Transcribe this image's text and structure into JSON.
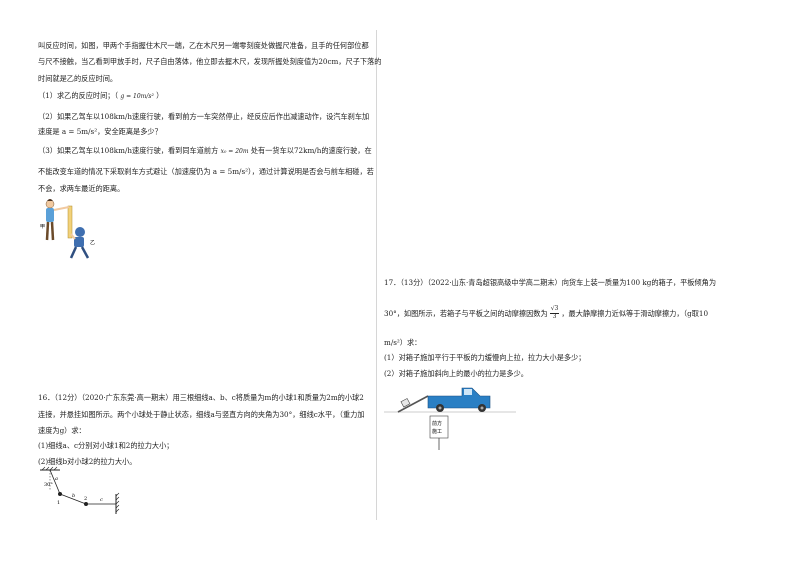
{
  "left": {
    "intro": [
      "叫反应时间，如图，甲两个手指握住木尺一端，乙在木尺另一端零刻度处做握尺准备，且手的任何部位都",
      "与尺不接触，当乙看到甲放手时，尺子自由落体，他立即去握木尺，发现所握处刻度值为20cm，尺子下落的",
      "时间就是乙的反应时间。"
    ],
    "q1_text": "（1）求乙的反应时间；（",
    "q1_formula": "g = 10m/s²",
    "q1_end": "）",
    "q2_line1": "（2）如果乙驾车以108km/h速度行驶，看到前方一车突然停止，经反应后作出减速动作，设汽车刹车加",
    "q2_line2": "速度是 a = 5m/s²，安全距离是多少？",
    "q3_line1a": "（3）如果乙驾车以108km/h速度行驶，看到同车道前方",
    "q3_formula": "x₀ = 20m",
    "q3_line1b": "处有一货车以72km/h的速度行驶，在",
    "q3_line2": "不能改变车道的情况下采取刹车方式避让（加速度仍为 a = 5m/s²），通过计算说明是否会与前车相碰，若",
    "q3_line3": "不会，求两车最近的距离。",
    "fig_label_jia": "甲",
    "fig_label_yi": "乙",
    "q16_line1": "16．（12分）（2020·广东东莞·高一期末）用三根细线a、b、c将质量为m的小球1和质量为2m的小球2",
    "q16_line2": "连接，并悬挂如图所示。两个小球处于静止状态，细线a与竖直方向的夹角为30°，细线c水平，（重力加",
    "q16_line3": "速度为g）求：",
    "q16_sub1": "(1)细线a、c分别对小球1和2的拉力大小；",
    "q16_sub2": "(2)细线b对小球2的拉力大小。",
    "fig16": {
      "angle": "30°",
      "a": "a",
      "b": "b",
      "c": "c",
      "ball1": "1",
      "ball2": "2"
    }
  },
  "right": {
    "q17_line1": "17．（13分）（2022·山东·青岛超银高级中学高二期末）向货车上装一质量为100 kg的箱子，平板倾角为",
    "q17_line2a": "30°，如图所示，若箱子与平板之间的动摩擦因数为",
    "q17_frac_num": "√3",
    "q17_frac_den": "3",
    "q17_line2b": "，最大静摩擦力近似等于滑动摩擦力，（g取10",
    "q17_line3": "m/s²）求：",
    "q17_sub1": "(1）对箱子施加平行于平板的力缓慢向上拉，拉力大小是多少；",
    "q17_sub2": "(2）对箱子施加斜向上的最小的拉力是多少。",
    "truck_sign": [
      "前方",
      "施工"
    ]
  },
  "colors": {
    "text": "#222222",
    "truck": "#2a7fc4",
    "divider": "#d6d6d6"
  }
}
